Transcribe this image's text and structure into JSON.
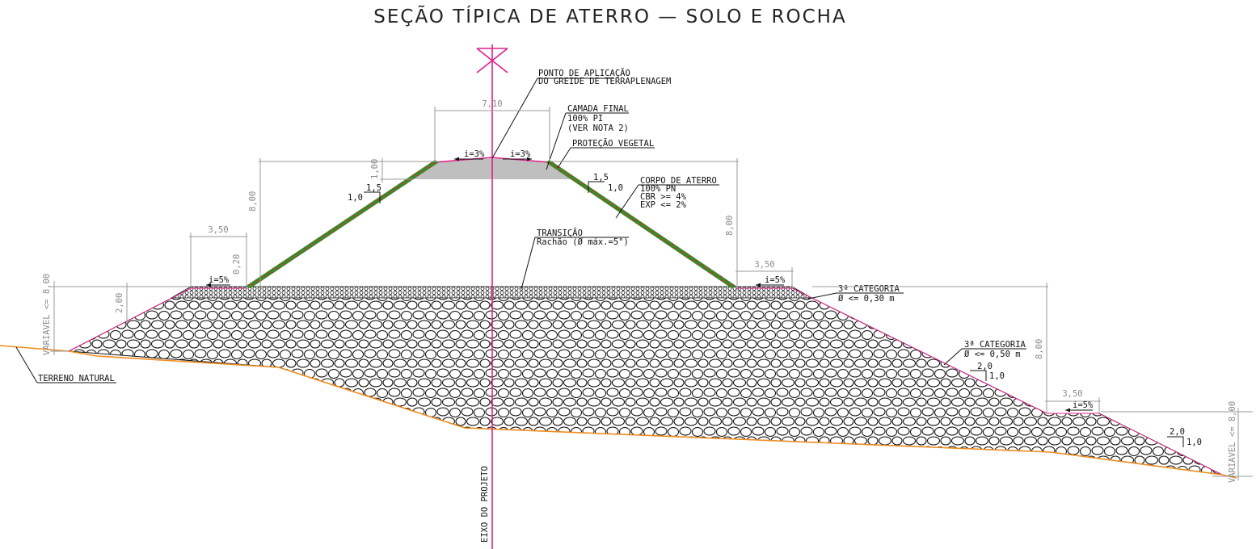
{
  "title": "SEÇÃO TÍPICA DE ATERRO — SOLO E ROCHA",
  "axis_label": "EIXO DO PROJETO",
  "colors": {
    "axis": "#e0208a",
    "terrain": "#f08c1e",
    "vegetation": "#3a8a2a",
    "final_layer": "#bfbfbf",
    "rock_outline": "#111111"
  },
  "annotations": {
    "application_point": [
      "PONTO DE APLICAÇÃO",
      "DO GREIDE DE TERRAPLENAGEM"
    ],
    "final_layer": [
      "CAMADA FINAL",
      "100% PI",
      "(VER NOTA 2)"
    ],
    "vegetation": "PROTEÇÃO VEGETAL",
    "fill_body": [
      "CORPO DE ATERRO",
      "100% PN",
      "CBR >= 4%",
      "EXP <= 2%"
    ],
    "transition": [
      "TRANSIÇÃO",
      "Rachão (Ø máx.=5\")"
    ],
    "category_upper": [
      "3ª CATEGORIA",
      "Ø <= 0,30 m"
    ],
    "category_lower": [
      "3ª CATEGORIA",
      "Ø <= 0,50 m"
    ],
    "natural_terrain": "TERRENO NATURAL"
  },
  "dimensions": {
    "platform_width": "7,10",
    "final_layer_thickness": "1,00",
    "soil_height_left": "8,00",
    "soil_height_right": "8,00",
    "berm_left": "3,50",
    "berm_right": "3,50",
    "berm_lower": "3,50",
    "transition_thickness": "0,20",
    "rock_height_left": "2,00",
    "variable_left": "VARIAVEL <= 8,00",
    "variable_right": "VARIAVEL <= 8,00",
    "rock_height_right": "8,00"
  },
  "slopes": {
    "crown_left": "i=3%",
    "crown_right": "i=3%",
    "berm_left": "i=5%",
    "berm_right": "i=5%",
    "berm_lower": "i=5%"
  },
  "ratios": {
    "soil_left_h": "1,5",
    "soil_left_v": "1,0",
    "soil_right_h": "1,5",
    "soil_right_v": "1,0",
    "rock_upper_h": "2,0",
    "rock_upper_v": "1,0",
    "rock_lower_h": "2,0",
    "rock_lower_v": "1,0"
  }
}
